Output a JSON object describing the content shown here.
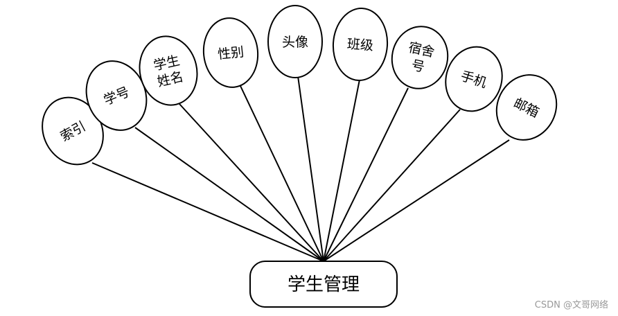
{
  "entity": {
    "label": "学生管理"
  },
  "attributes": [
    {
      "key": "index",
      "lines": [
        "索引"
      ]
    },
    {
      "key": "student-no",
      "lines": [
        "学号"
      ]
    },
    {
      "key": "student-name",
      "lines": [
        "学生",
        "姓名"
      ]
    },
    {
      "key": "gender",
      "lines": [
        "性别"
      ]
    },
    {
      "key": "avatar",
      "lines": [
        "头像"
      ]
    },
    {
      "key": "class",
      "lines": [
        "班级"
      ]
    },
    {
      "key": "dorm",
      "lines": [
        "宿舍",
        "号"
      ]
    },
    {
      "key": "phone",
      "lines": [
        "手机"
      ]
    },
    {
      "key": "email",
      "lines": [
        "邮箱"
      ]
    }
  ],
  "watermark": "CSDN @文哥网络"
}
